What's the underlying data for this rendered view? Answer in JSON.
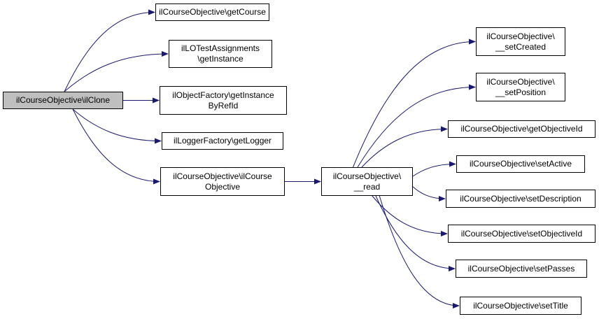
{
  "diagram": {
    "colors": {
      "edge": "#191970",
      "node_border": "#000000",
      "root_fill": "#bfbfbf",
      "node_fill": "#ffffff"
    },
    "nodes": {
      "clone": {
        "lines": [
          "ilCourseObjective\\ilClone"
        ]
      },
      "getCourse": {
        "lines": [
          "ilCourseObjective\\getCourse"
        ]
      },
      "loTestAssign": {
        "lines": [
          "ilLOTestAssignments",
          "\\getInstance"
        ]
      },
      "objFactory": {
        "lines": [
          "ilObjectFactory\\getInstance",
          "ByRefId"
        ]
      },
      "loggerFactory": {
        "lines": [
          "ilLoggerFactory\\getLogger"
        ]
      },
      "ctor": {
        "lines": [
          "ilCourseObjective\\ilCourse",
          "Objective"
        ]
      },
      "read": {
        "lines": [
          "ilCourseObjective\\",
          "__read"
        ]
      },
      "setCreated": {
        "lines": [
          "ilCourseObjective\\",
          "__setCreated"
        ]
      },
      "setPosition": {
        "lines": [
          "ilCourseObjective\\",
          "__setPosition"
        ]
      },
      "getObjectiveId": {
        "lines": [
          "ilCourseObjective\\getObjectiveId"
        ]
      },
      "setActive": {
        "lines": [
          "ilCourseObjective\\setActive"
        ]
      },
      "setDescription": {
        "lines": [
          "ilCourseObjective\\setDescription"
        ]
      },
      "setObjectiveId": {
        "lines": [
          "ilCourseObjective\\setObjectiveId"
        ]
      },
      "setPasses": {
        "lines": [
          "ilCourseObjective\\setPasses"
        ]
      },
      "setTitle": {
        "lines": [
          "ilCourseObjective\\setTitle"
        ]
      }
    },
    "edges": [
      [
        "clone",
        "getCourse"
      ],
      [
        "clone",
        "loTestAssign"
      ],
      [
        "clone",
        "objFactory"
      ],
      [
        "clone",
        "loggerFactory"
      ],
      [
        "clone",
        "ctor"
      ],
      [
        "ctor",
        "read"
      ],
      [
        "read",
        "setCreated"
      ],
      [
        "read",
        "setPosition"
      ],
      [
        "read",
        "getObjectiveId"
      ],
      [
        "read",
        "setActive"
      ],
      [
        "read",
        "setDescription"
      ],
      [
        "read",
        "setObjectiveId"
      ],
      [
        "read",
        "setPasses"
      ],
      [
        "read",
        "setTitle"
      ]
    ]
  }
}
